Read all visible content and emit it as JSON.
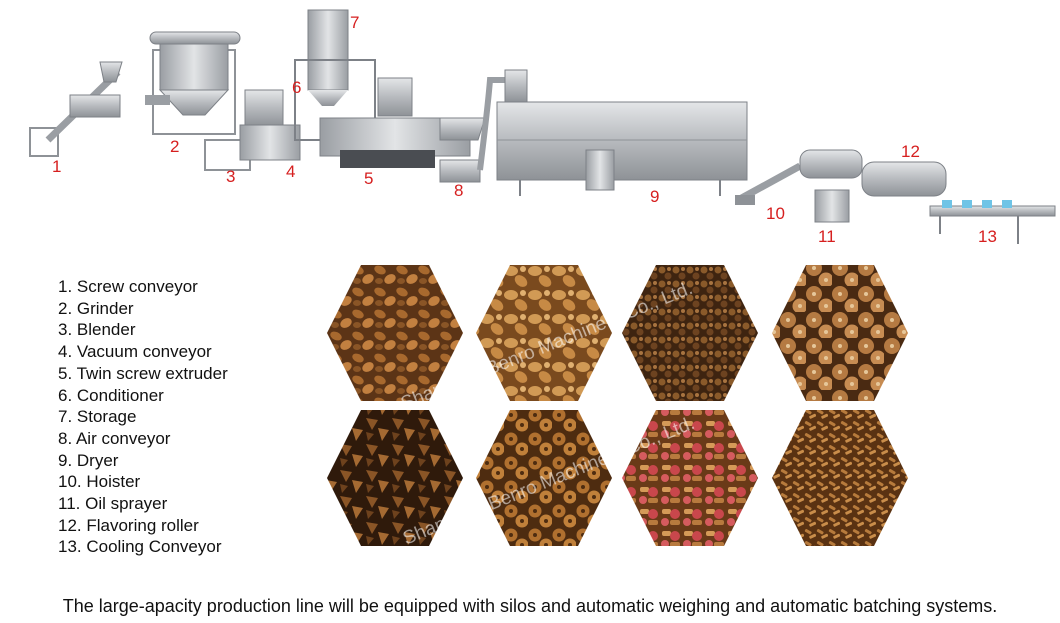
{
  "diagram_labels": [
    "1",
    "2",
    "3",
    "4",
    "5",
    "6",
    "7",
    "8",
    "9",
    "10",
    "11",
    "12",
    "13"
  ],
  "legend": [
    "1. Screw  conveyor",
    "2. Grinder",
    "3. Blender",
    "4. Vacuum conveyor",
    "5. Twin screw extruder",
    "6. Conditioner",
    "7. Storage",
    "8. Air conveyor",
    "9. Dryer",
    "10. Hoister",
    "11. Oil sprayer",
    "12. Flavoring roller",
    "13. Cooling Conveyor"
  ],
  "watermark": "Shandong Benro Machinery Co., Ltd.",
  "footer": "The large-apacity production line will be equipped with silos and automatic weighing and automatic batching systems.",
  "colors": {
    "label_red": "#d61f1f",
    "steel": "#b9bcc0",
    "steel_dark": "#7d8187",
    "kibble_brown": "#8a5526",
    "kibble_light": "#c58a4a",
    "kibble_red": "#c9474c"
  }
}
